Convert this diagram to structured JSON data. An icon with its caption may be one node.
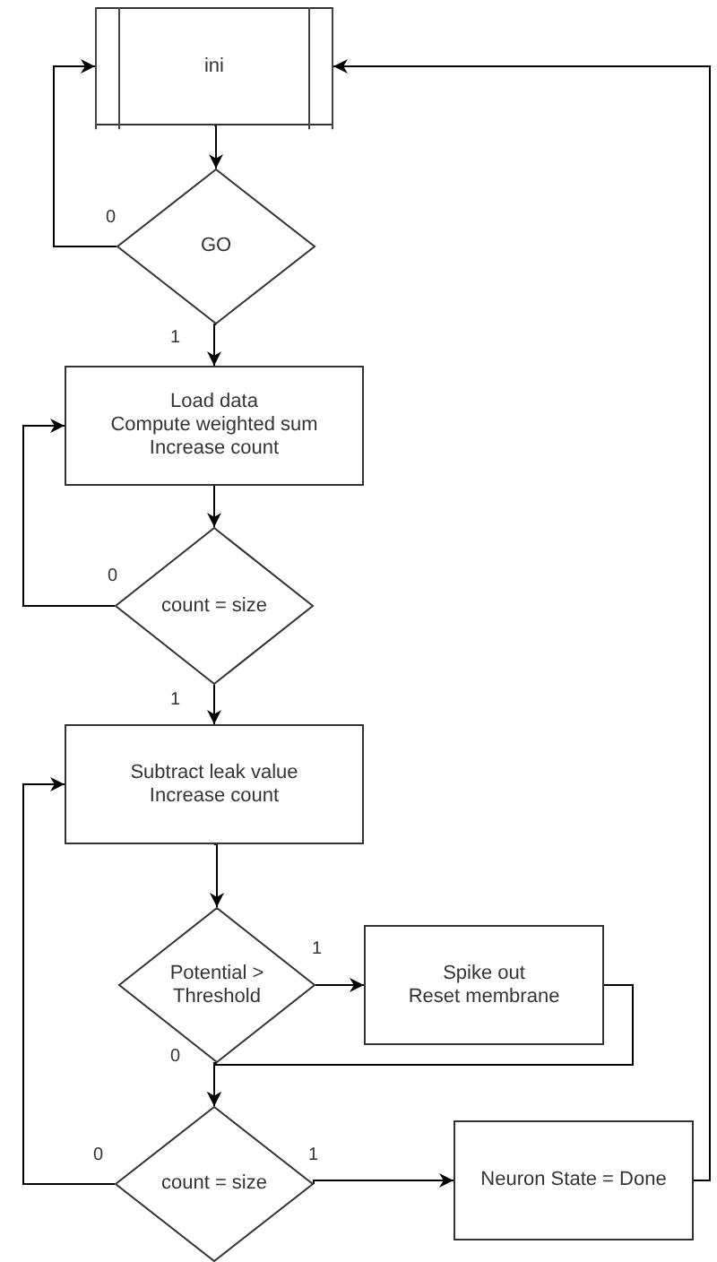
{
  "diagram": {
    "nodes": [
      {
        "text": [
          "ini"
        ]
      },
      {
        "text": [
          "GO"
        ]
      },
      {
        "text": [
          "Load data",
          "Compute weighted sum",
          "Increase count"
        ]
      },
      {
        "text": [
          "count = size"
        ]
      },
      {
        "text": [
          "Subtract leak value",
          "Increase count"
        ]
      },
      {
        "text": [
          "Potential > Threshold"
        ]
      },
      {
        "text": [
          "Spike out",
          "Reset membrane"
        ]
      },
      {
        "text": [
          "count = size"
        ]
      },
      {
        "text": [
          "Neuron State = Done"
        ]
      }
    ],
    "edges": [
      {
        "from": 0,
        "to": 1,
        "arrow": "to"
      },
      {
        "from": 1,
        "to": 0,
        "arrow": "to",
        "label": "0"
      },
      {
        "from": 1,
        "to": 2,
        "arrow": "to",
        "label": "1"
      },
      {
        "from": 2,
        "to": 3,
        "arrow": "to"
      },
      {
        "from": 3,
        "to": 2,
        "arrow": "to",
        "label": "0"
      },
      {
        "from": 3,
        "to": 4,
        "arrow": "to",
        "label": "1"
      },
      {
        "from": 4,
        "to": 5,
        "arrow": "to"
      },
      {
        "from": 5,
        "to": 6,
        "arrow": "to",
        "label": "1"
      },
      {
        "from": 6,
        "to": 7,
        "arrow": "to"
      },
      {
        "from": 5,
        "to": 7,
        "arrow": "to",
        "label": "0"
      },
      {
        "from": 7,
        "to": 4,
        "arrow": "to",
        "label": "0"
      },
      {
        "from": 7,
        "to": 8,
        "arrow": "to",
        "label": "1"
      },
      {
        "from": 8,
        "to": 0,
        "arrow": "to"
      }
    ]
  }
}
